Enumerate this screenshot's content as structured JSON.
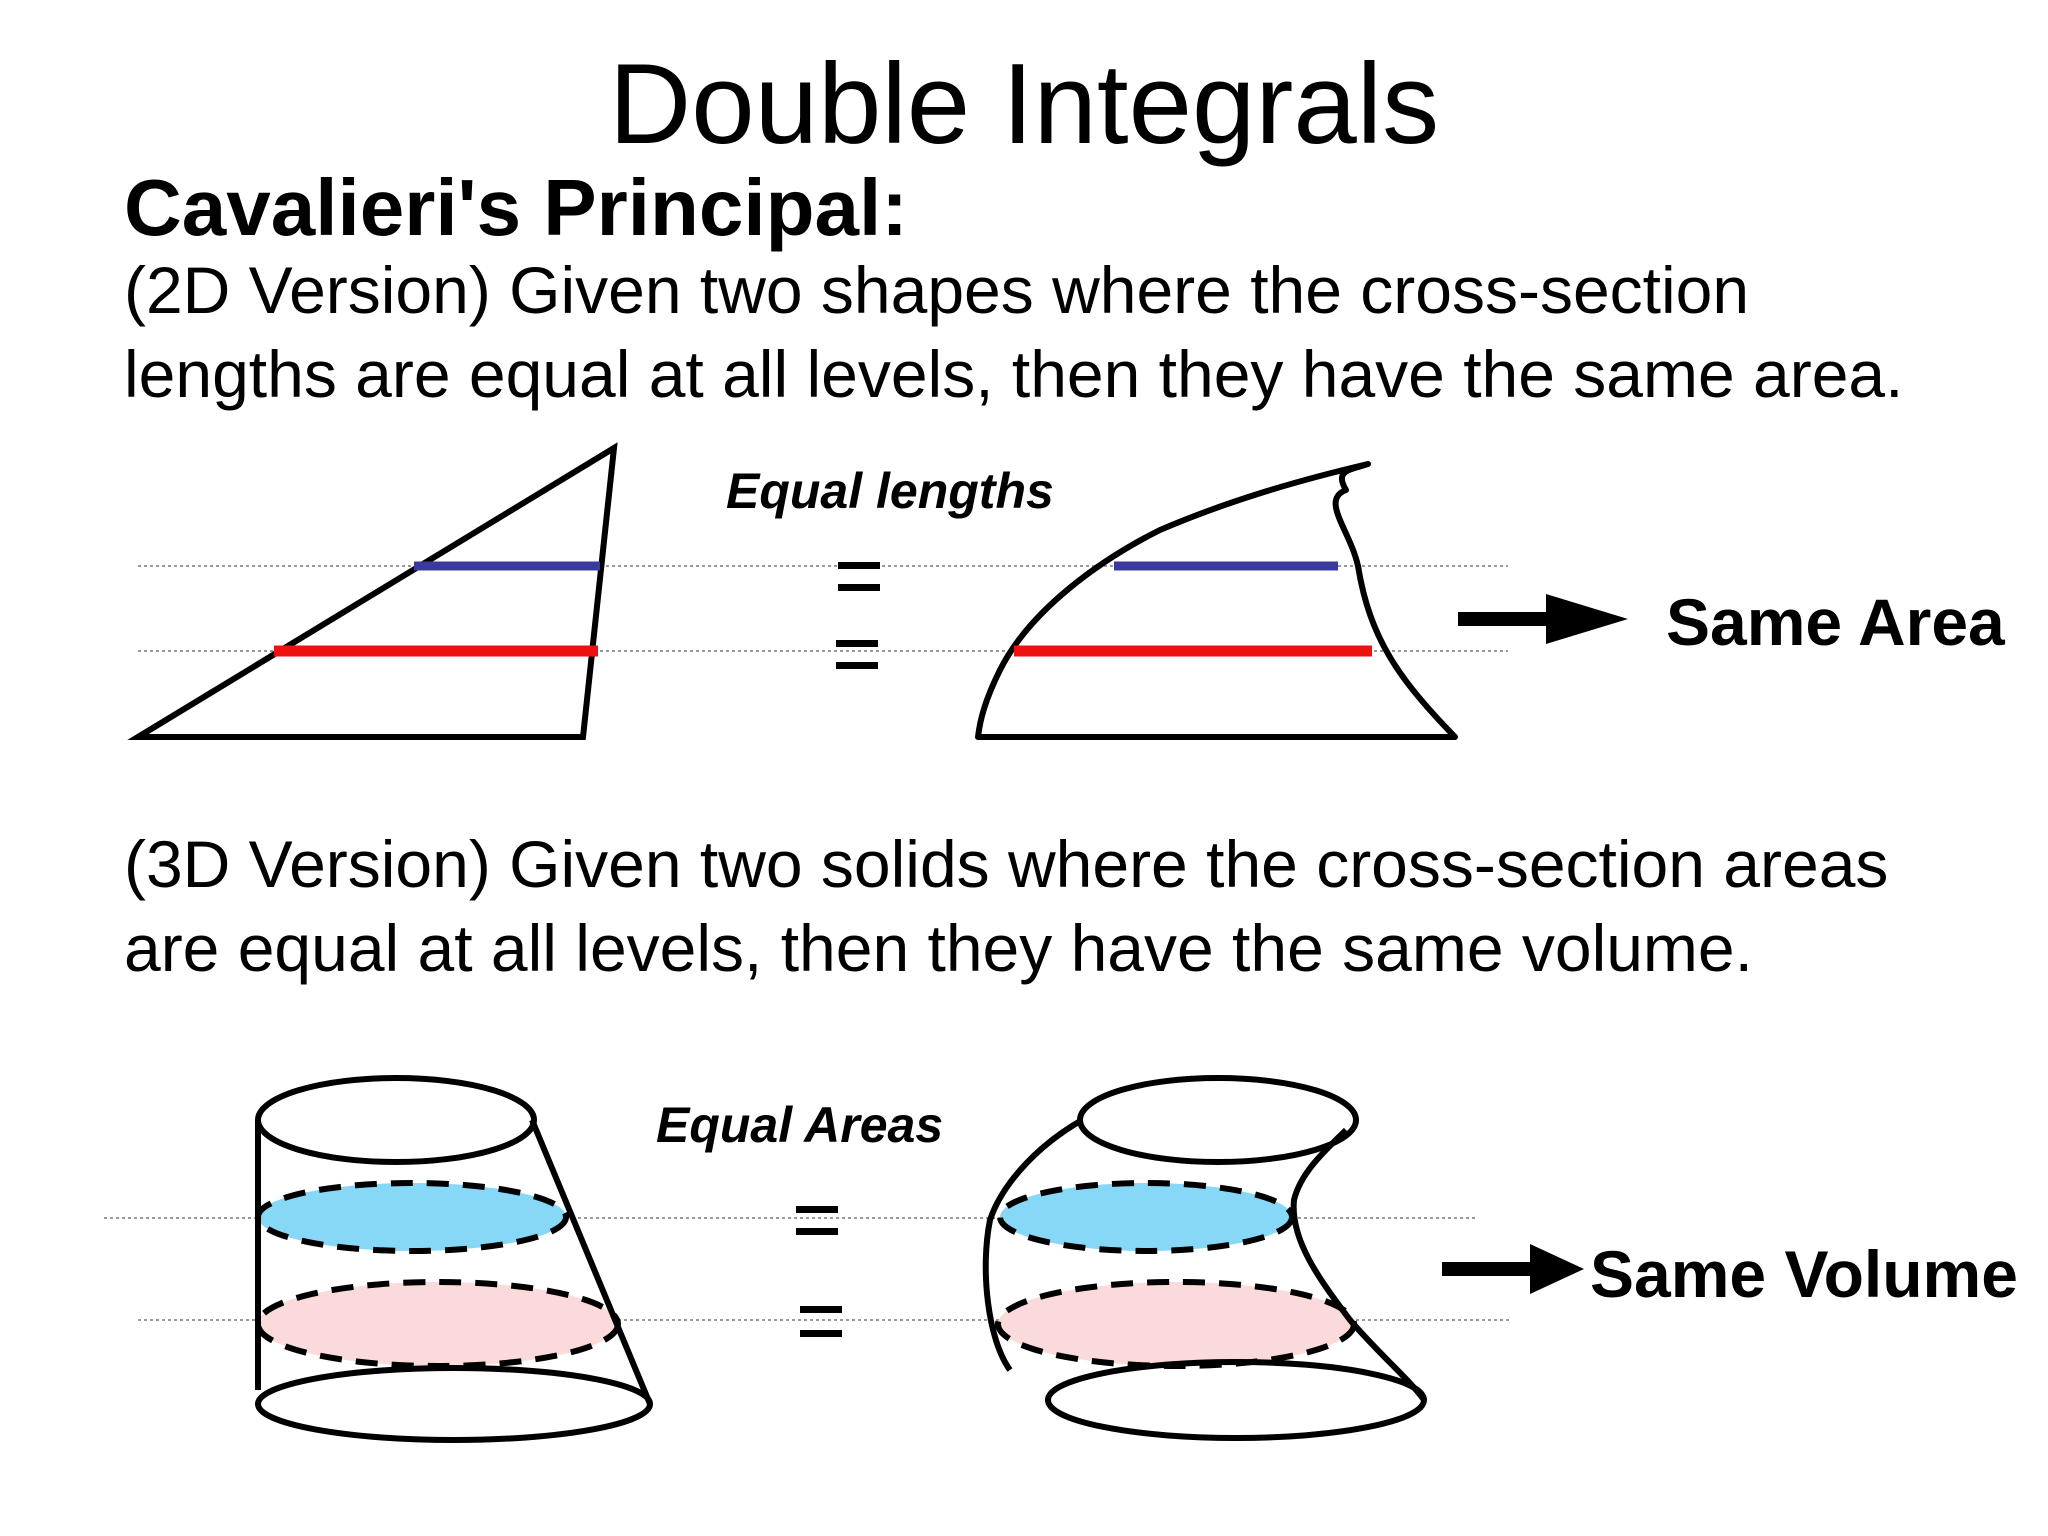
{
  "title": "Double Integrals",
  "subtitle": "Cavalieri's Principal:",
  "version_2d": {
    "line1": "(2D Version) Given two shapes where the cross-section",
    "line2": "lengths are equal at all levels, then they have the same area.",
    "equal_label": "Equal lengths",
    "result": "Same Area"
  },
  "version_3d": {
    "line1": "(3D Version) Given two solids where the cross-section areas",
    "line2": "are equal at all levels, then they have the same volume.",
    "equal_label": "Equal  Areas",
    "result": "Same Volume"
  },
  "colors": {
    "upper_section_2d": "#3a3a9e",
    "lower_section_2d": "#ee1111",
    "upper_section_3d": "#87d8f6",
    "lower_section_3d": "#fadadb",
    "guide_line": "#999999"
  }
}
